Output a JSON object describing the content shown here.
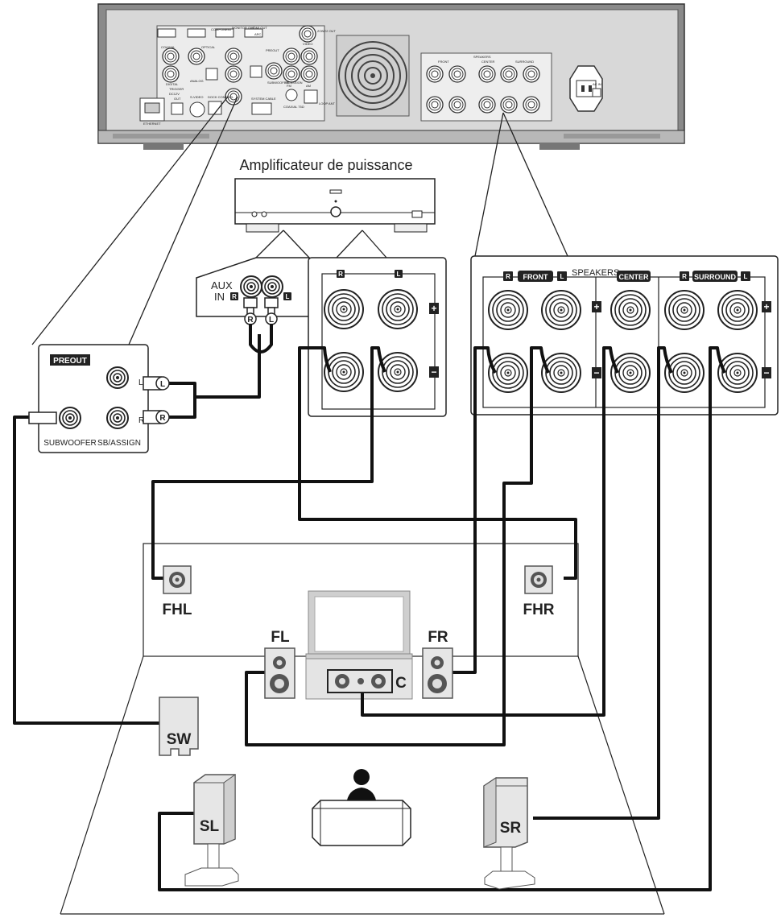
{
  "amplifier": {
    "title": "Amplificateur de puissance",
    "aux_in": "AUX\nIN",
    "badge_r": "R",
    "badge_l": "L",
    "plug_r": "R",
    "plug_l": "L"
  },
  "preout": {
    "title": "PREOUT",
    "label_l": "L",
    "label_r": "R",
    "subwoofer": "SUBWOOFER",
    "sb_assign": "SB/ASSIGN",
    "plug_l": "L",
    "plug_r": "R"
  },
  "speaker_panel": {
    "title": "SPEAKERS",
    "front": "FRONT",
    "center": "CENTER",
    "surround": "SURROUND",
    "r": "R",
    "l": "L",
    "plus": "+",
    "minus": "−"
  },
  "receiver_back": {
    "labels": [
      "COMPONENT",
      "MONITOR OUT",
      "HDMI OUT",
      "ARC",
      "ANALOG",
      "COAXIAL",
      "OPTICAL",
      "DIGITAL",
      "PREOUT",
      "SUBWOOFER",
      "SB/ASSIGN",
      "S-VIDEO",
      "DOCK CONTROL",
      "TRIGGER",
      "DC12V",
      "OUT",
      "ETHERNET",
      "SYSTEM CABLE",
      "FM",
      "AM",
      "COAXIAL 75Ω",
      "LOOP ANT",
      "VIDEO",
      "ZONE2 OUT",
      "SPEAKERS",
      "FRONT",
      "CENTER",
      "SURROUND",
      "AC IN"
    ]
  },
  "speakers": {
    "FHL": "FHL",
    "FHR": "FHR",
    "FL": "FL",
    "FR": "FR",
    "C": "C",
    "SW": "SW",
    "SL": "SL",
    "SR": "SR"
  }
}
